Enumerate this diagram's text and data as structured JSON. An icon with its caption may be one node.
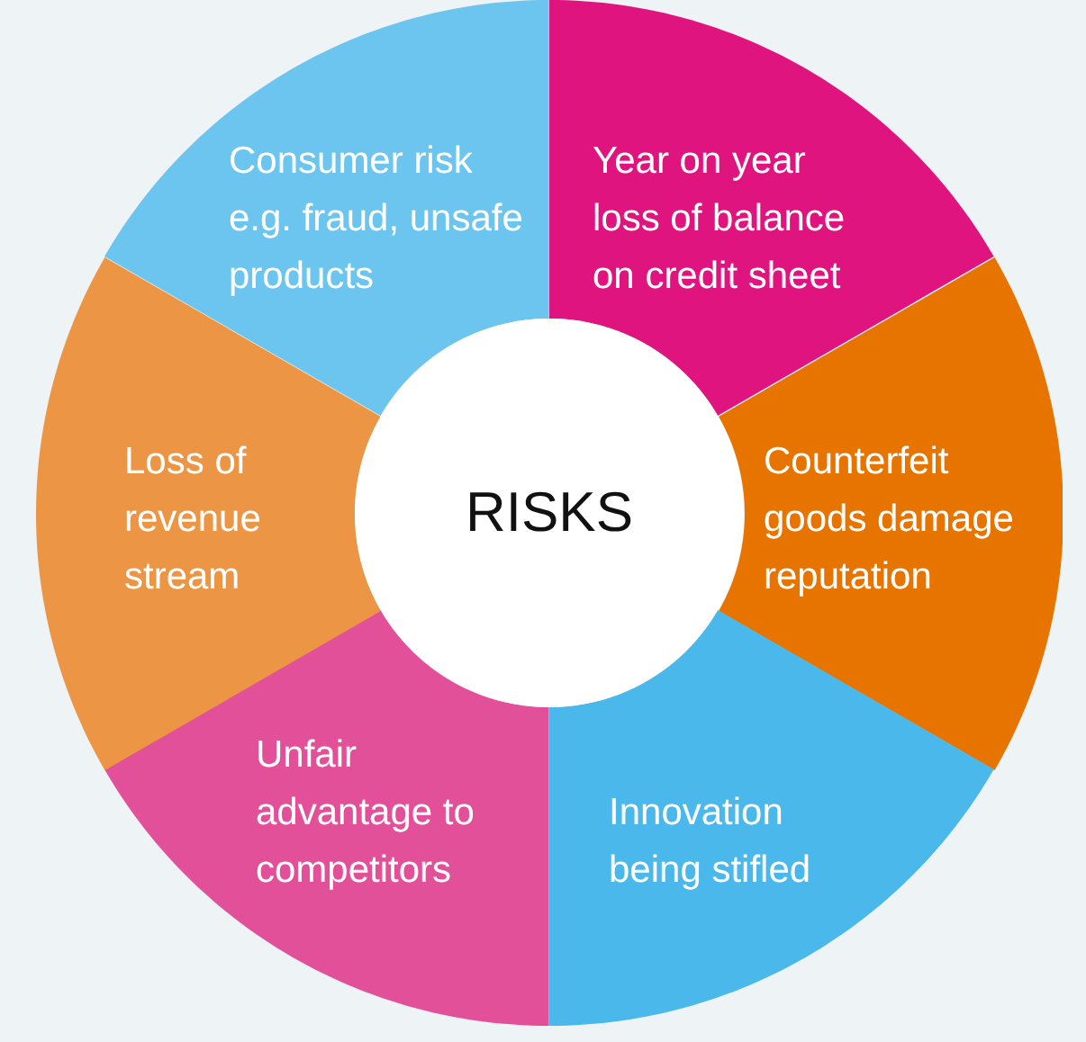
{
  "diagram": {
    "nodes": [
      {
        "text": [
          "RISKS"
        ]
      },
      {
        "text": [
          "Consumer risk e.g. fraud, unsafe products"
        ]
      },
      {
        "text": [
          "Year on year loss of balance on credit sheet"
        ]
      },
      {
        "text": [
          "Counterfeit goods damage reputation"
        ]
      },
      {
        "text": [
          "Innovation being stifled"
        ]
      },
      {
        "text": [
          "Unfair advantage to competitors"
        ]
      },
      {
        "text": [
          "Loss of revenue stream"
        ]
      }
    ],
    "edges": []
  }
}
